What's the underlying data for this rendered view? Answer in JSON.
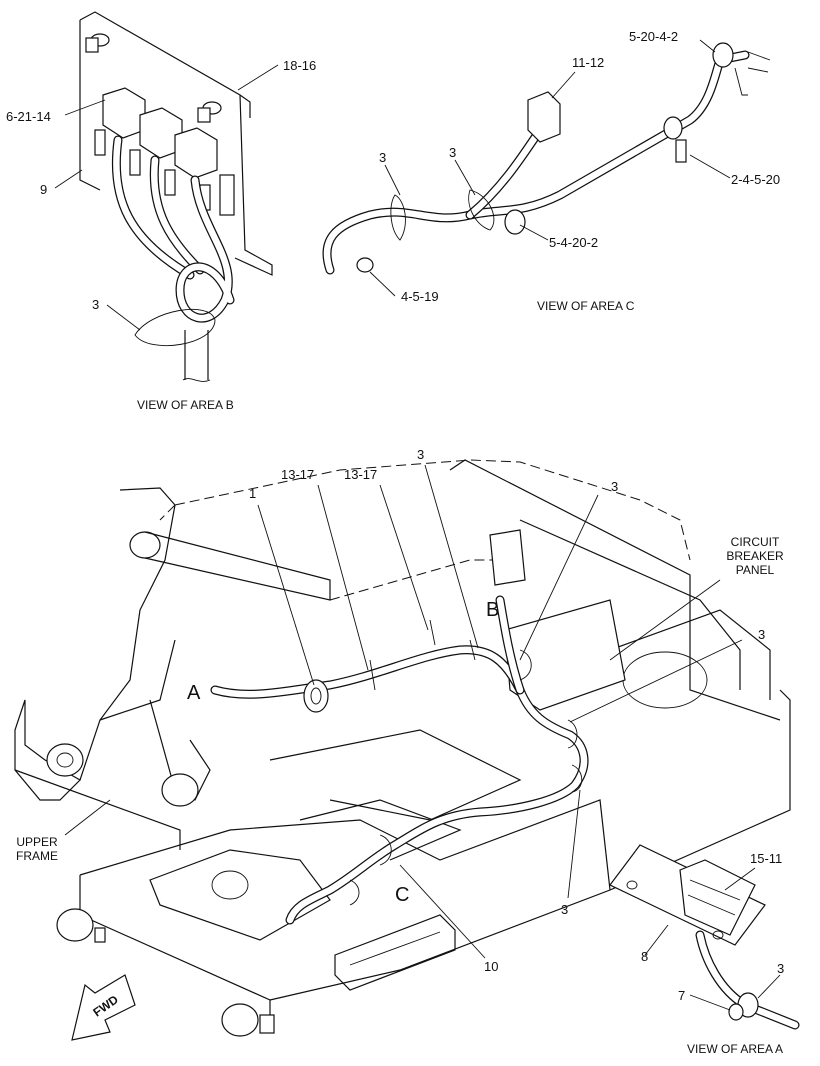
{
  "views": {
    "area_b": {
      "caption": "VIEW OF AREA  B",
      "callouts": [
        "6-21-14",
        "18-16",
        "9",
        "3"
      ]
    },
    "area_c": {
      "caption": "VIEW OF AREA  C",
      "callouts": [
        "5-20-4-2",
        "11-12",
        "3",
        "3",
        "2-4-5-20",
        "5-4-20-2",
        "4-5-19"
      ]
    },
    "area_a": {
      "caption": "VIEW OF AREA  A",
      "callouts": [
        "15-11",
        "8",
        "3",
        "7"
      ]
    }
  },
  "main": {
    "area_letters": [
      "A",
      "B",
      "C"
    ],
    "callouts": [
      "1",
      "13-17",
      "13-17",
      "3",
      "3",
      "3",
      "3",
      "10"
    ],
    "circuit_breaker_label": "CIRCUIT BREAKER PANEL",
    "upper_frame_label": "UPPER FRAME",
    "fwd_label": "FWD"
  }
}
